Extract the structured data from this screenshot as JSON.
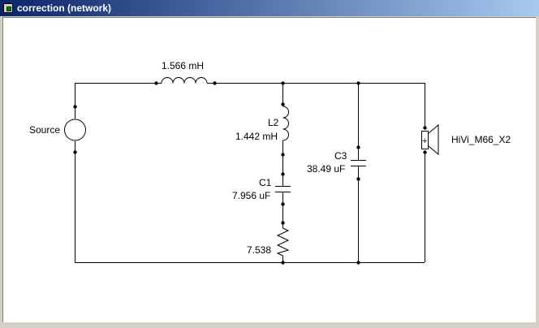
{
  "window": {
    "title": "correction (network)"
  },
  "components": {
    "source": {
      "label": "Source"
    },
    "series_inductor": {
      "value": "1.566 mH"
    },
    "l2": {
      "name": "L2",
      "value": "1.442 mH"
    },
    "c1": {
      "name": "C1",
      "value": "7.956 uF"
    },
    "r1": {
      "value": "7.538"
    },
    "c3": {
      "name": "C3",
      "value": "38.49 uF"
    },
    "speaker": {
      "name": "HiVi_M66_X2",
      "plus": "+"
    }
  },
  "colors": {
    "title_start": "#0a246a",
    "title_end": "#a6caf0",
    "canvas": "#ffffff",
    "wire": "#000000"
  }
}
